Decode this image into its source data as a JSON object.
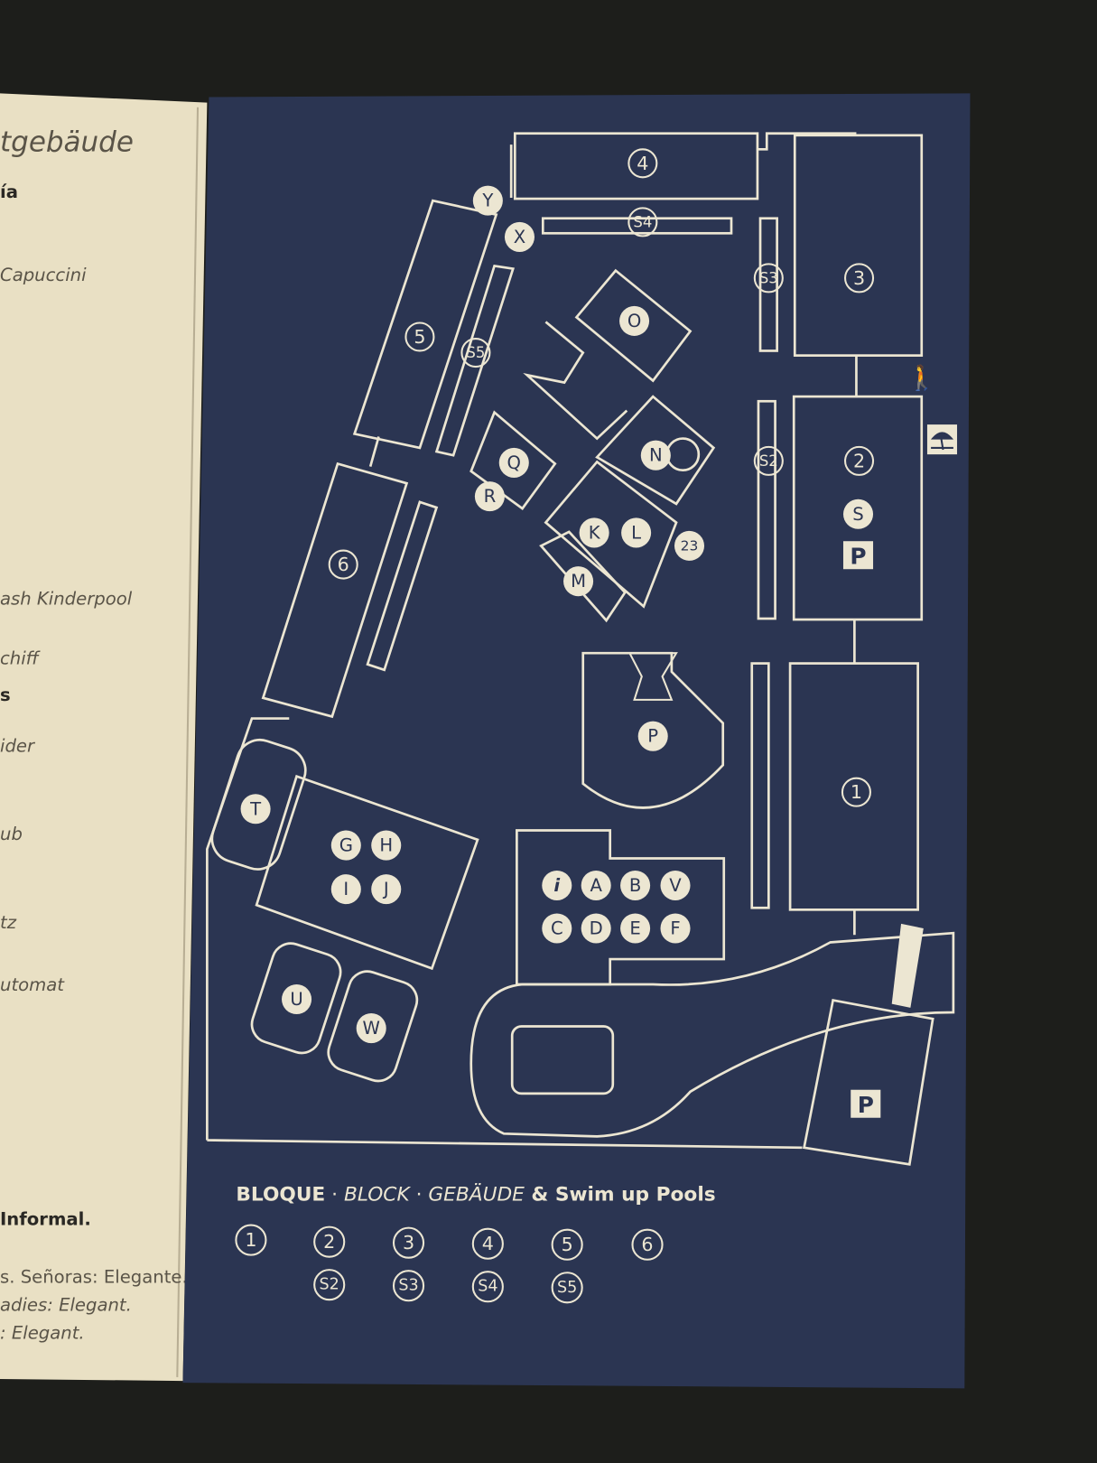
{
  "left_panel": {
    "heading": "tgebäude",
    "lines": [
      "ía",
      "Capuccini",
      "ash Kinderpool",
      "chiff",
      "s",
      "ider",
      "ub",
      "tz",
      "utomat"
    ],
    "dress_code": [
      "Informal.",
      "s. Señoras: Elegante.",
      "adies: Elegant.",
      ": Elegant."
    ]
  },
  "map": {
    "blocks": [
      "1",
      "2",
      "3",
      "4",
      "5",
      "6"
    ],
    "swim_up_pools": [
      "S2",
      "S3",
      "S4",
      "S5"
    ],
    "facilities": [
      "A",
      "B",
      "C",
      "D",
      "E",
      "F",
      "G",
      "H",
      "I",
      "J",
      "K",
      "L",
      "M",
      "N",
      "O",
      "P",
      "Q",
      "R",
      "S",
      "T",
      "U",
      "V",
      "W",
      "X",
      "Y",
      "23"
    ],
    "info_label": "i",
    "parking_label": "P",
    "legend_title": {
      "bloque": "BLOQUE",
      "sep1": " · ",
      "block": "BLOCK",
      "sep2": " · ",
      "gebaude": "GEBÄUDE",
      "amp": " & ",
      "swim": "Swim up Pools"
    },
    "colors": {
      "navy": "#2b3552",
      "line": "#ece6d2",
      "paper": "#ece3c8"
    }
  }
}
